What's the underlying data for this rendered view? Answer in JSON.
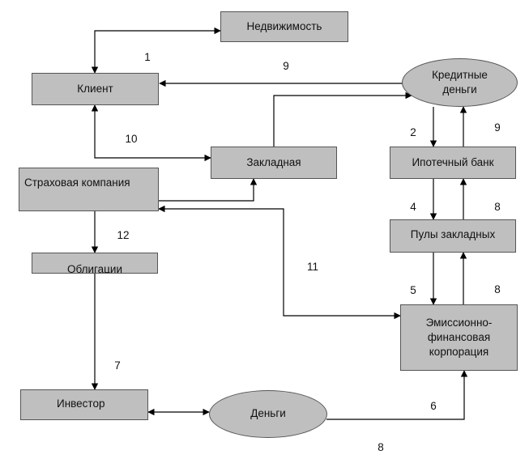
{
  "nodes": {
    "real_estate": "Недвижимость",
    "client": "Клиент",
    "credit_money_line1": "Кредитные",
    "credit_money_line2": "деньги",
    "mortgage_note": "Закладная",
    "mortgage_bank": "Ипотечный банк",
    "insurance": "Страховая компания",
    "mortgage_pools": "Пулы закладных",
    "bonds": "Облигации",
    "emission_line1": "Эмиссионно-",
    "emission_line2": "финансовая",
    "emission_line3": "корпорация",
    "investor": "Инвестор",
    "money": "Деньги"
  },
  "step_numbers": {
    "n1": "1",
    "n9_top": "9",
    "n10": "10",
    "n2": "2",
    "n9_right": "9",
    "n4": "4",
    "n8_a": "8",
    "n12": "12",
    "n11": "11",
    "n5": "5",
    "n8_b": "8",
    "n7": "7",
    "n6": "6",
    "n8_c": "8"
  }
}
